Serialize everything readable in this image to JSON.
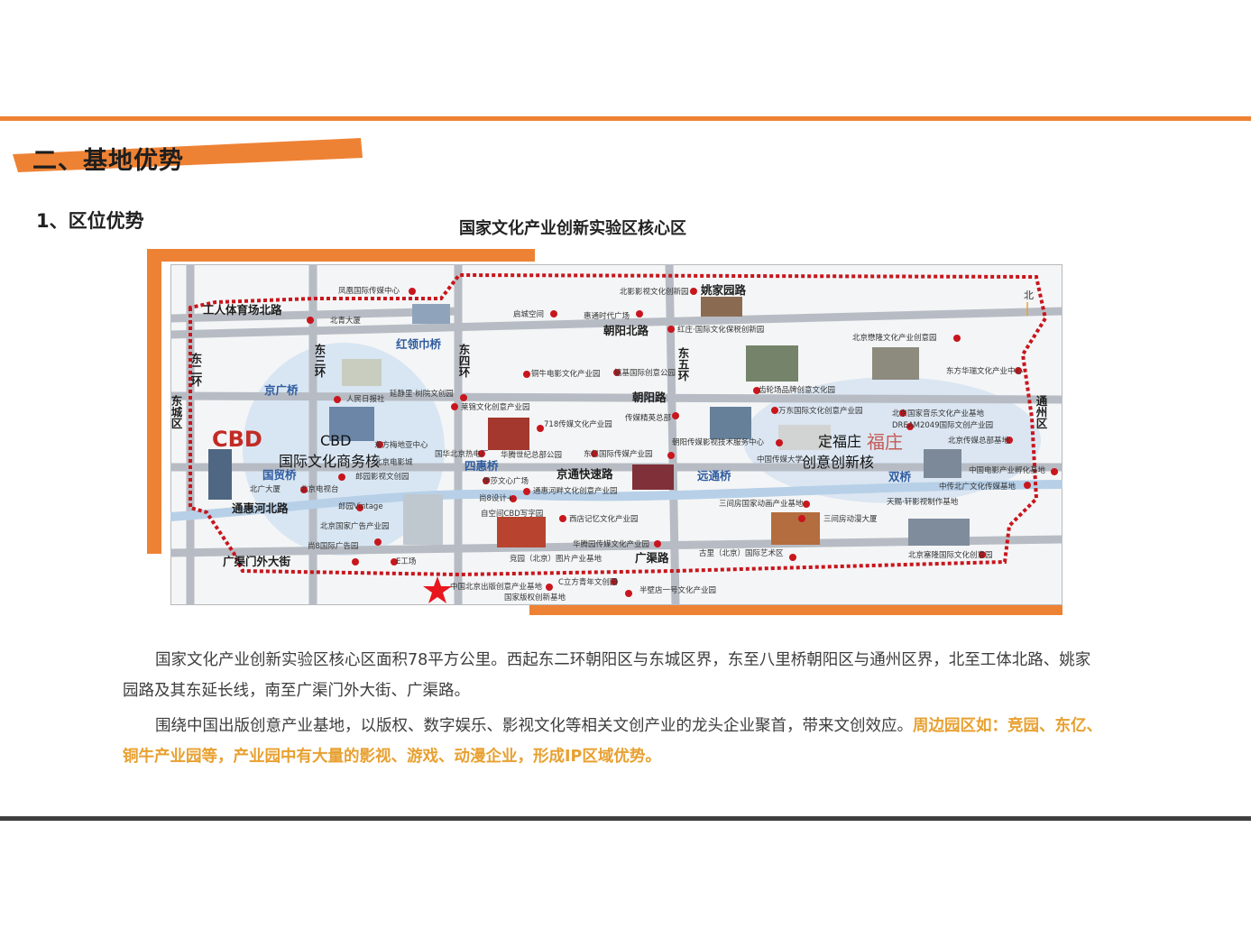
{
  "header": {
    "section_title": "二、基地优势",
    "sub_title": "1、区位优势"
  },
  "map": {
    "title": "国家文化产业创新实验区核心区",
    "north_label": "北",
    "cbd_big": "CBD",
    "cbd_core_title": "CBD",
    "cbd_core_subtitle": "国际文化商务核",
    "dfz_big": "福庄",
    "dfz_core_title": "定福庄",
    "dfz_core_subtitle": "创意创新核",
    "roads": [
      {
        "text": "工人体育场北路"
      },
      {
        "text": "姚家园路"
      },
      {
        "text": "红领巾桥"
      },
      {
        "text": "朝阳北路"
      },
      {
        "text": "东二环"
      },
      {
        "text": "东三环"
      },
      {
        "text": "东四环"
      },
      {
        "text": "东五环"
      },
      {
        "text": "京广桥"
      },
      {
        "text": "朝阳路"
      },
      {
        "text": "国贸桥"
      },
      {
        "text": "四惠桥"
      },
      {
        "text": "京通快速路"
      },
      {
        "text": "远通桥"
      },
      {
        "text": "双桥"
      },
      {
        "text": "通惠河北路"
      },
      {
        "text": "广渠门外大街"
      },
      {
        "text": "广渠路"
      },
      {
        "text": "东城区"
      },
      {
        "text": "通州区"
      }
    ],
    "parks": [
      {
        "text": "凤凰国际传媒中心"
      },
      {
        "text": "北青大厦"
      },
      {
        "text": "北影影视文化创新园"
      },
      {
        "text": "启城空间"
      },
      {
        "text": "惠通时代广场"
      },
      {
        "text": "红庄·国际文化保税创新园"
      },
      {
        "text": "北京懋隆文化产业创意园"
      },
      {
        "text": "东方华瑞文化产业中心"
      },
      {
        "text": "铜牛电影文化产业园"
      },
      {
        "text": "铭基国际创意公园"
      },
      {
        "text": "齿轮场品牌创意文化园"
      },
      {
        "text": "人民日报社"
      },
      {
        "text": "延静里·树院文创园"
      },
      {
        "text": "莱锦文化创意产业园"
      },
      {
        "text": "718传媒文化产业园"
      },
      {
        "text": "传媒精英总部"
      },
      {
        "text": "万东国际文化创意产业园"
      },
      {
        "text": "北京国家音乐文化产业基地"
      },
      {
        "text": "DREAM2049国际文创产业园"
      },
      {
        "text": "北京传媒总部基地"
      },
      {
        "text": "东方梅地亚中心"
      },
      {
        "text": "北京电影城"
      },
      {
        "text": "国华北京热电厂"
      },
      {
        "text": "华腾世纪总部公园"
      },
      {
        "text": "东亿国际传媒产业园"
      },
      {
        "text": "朝阳传媒影视技术服务中心"
      },
      {
        "text": "中国传媒大学"
      },
      {
        "text": "中国电影产业孵化基地"
      },
      {
        "text": "郎园影视文创园"
      },
      {
        "text": "北广大厦"
      },
      {
        "text": "北京电视台"
      },
      {
        "text": "伊莎文心广场"
      },
      {
        "text": "通惠河畔文化创意产业园"
      },
      {
        "text": "中传北广文化传媒基地"
      },
      {
        "text": "郎园Vintage"
      },
      {
        "text": "尚8设计+"
      },
      {
        "text": "自空间CBD写字园"
      },
      {
        "text": "西店记忆文化产业园"
      },
      {
        "text": "三间房国家动画产业基地"
      },
      {
        "text": "天赐·轩影视制作基地"
      },
      {
        "text": "三间房动漫大厦"
      },
      {
        "text": "北京国家广告产业园"
      },
      {
        "text": "尚8国际广告园"
      },
      {
        "text": "竞园（北京）图片产业基地"
      },
      {
        "text": "华腾园传媒文化产业园"
      },
      {
        "text": "古里（北京）国际艺术区"
      },
      {
        "text": "北京塞隆国际文化创意园"
      },
      {
        "text": "E工场"
      },
      {
        "text": "中国北京出版创意产业基地"
      },
      {
        "text": "国家版权创新基地"
      },
      {
        "text": "C立方青年文创园"
      },
      {
        "text": "半壁店一号文化产业园"
      }
    ]
  },
  "body_text": {
    "p1": "国家文化产业创新实验区核心区面积78平方公里。西起东二环朝阳区与东城区界，东至八里桥朝阳区与通州区界，北至工体北路、姚家园路及其东延长线，南至广渠门外大街、广渠路。",
    "p2_normal": "围绕中国出版创意产业基地，以版权、数字娱乐、影视文化等相关文创产业的龙头企业聚首，带来文创效应。",
    "p2_highlight": "周边园区如：竞园、东亿、铜牛产业园等，产业园中有大量的影视、游戏、动漫企业，形成IP区域优势。"
  },
  "colors": {
    "accent_orange": "#ee8234",
    "highlight_text": "#e8a030",
    "boundary_red": "#c8161d",
    "road_blue": "#2f5c9f",
    "marker_star": "#e8161d",
    "rule_dark": "#3f3f3f"
  }
}
